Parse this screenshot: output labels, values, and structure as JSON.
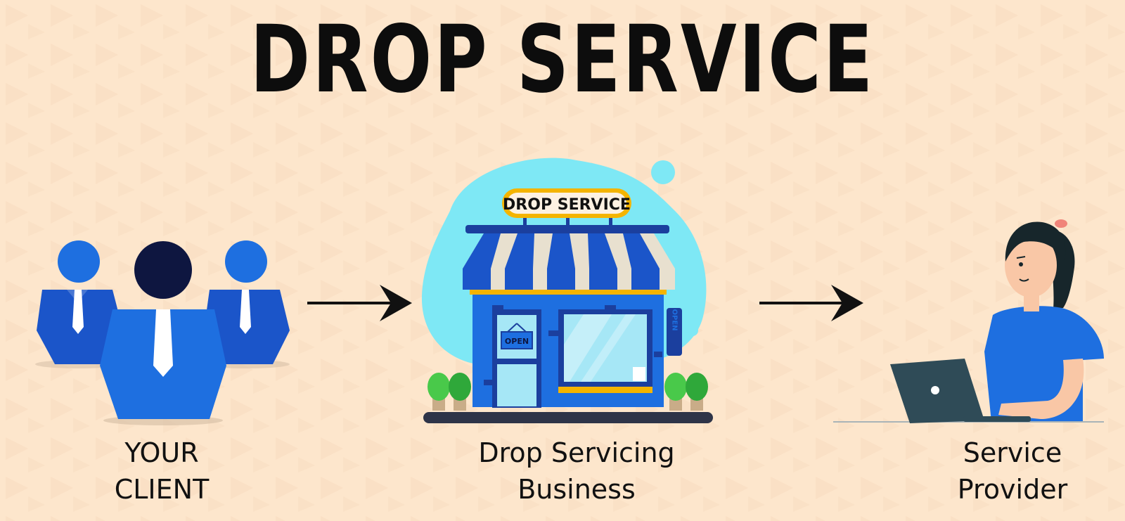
{
  "title": "DROP SERVICE",
  "store_sign": "DROP SERVICE",
  "door_sign": "OPEN",
  "side_sign": "OPEN",
  "nodes": [
    {
      "id": "client",
      "line1": "YOUR",
      "line2": "CLIENT"
    },
    {
      "id": "business",
      "line1": "Drop Servicing",
      "line2": "Business"
    },
    {
      "id": "provider",
      "line1": "Service",
      "line2": "Provider"
    }
  ],
  "edges": [
    {
      "from": "client",
      "to": "business"
    },
    {
      "from": "business",
      "to": "provider"
    }
  ],
  "colors": {
    "background": "#fde6cc",
    "primary_blue": "#1e6fe0",
    "dark_blue": "#1b3f9e",
    "navy": "#0e1640",
    "splash": "#7ee8f5",
    "awning_light": "#e8e0cf",
    "sign_gold": "#f4b400",
    "laptop": "#2f4b57"
  },
  "icons": [
    "client-group-icon",
    "storefront-icon",
    "service-provider-icon",
    "arrow-right-icon"
  ]
}
